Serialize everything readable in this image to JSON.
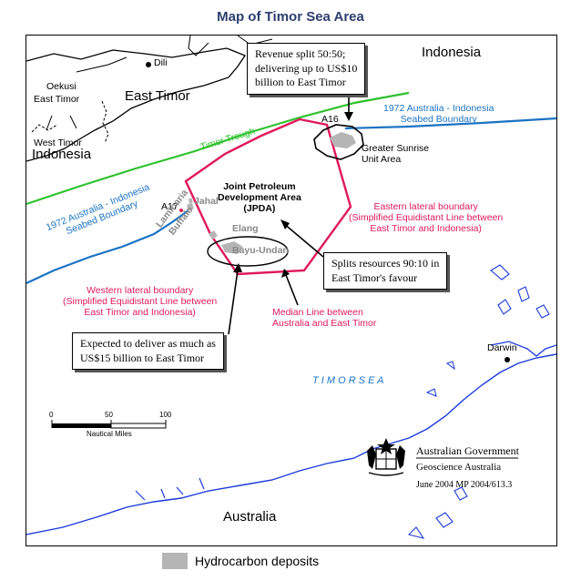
{
  "title": "Map of Timor Sea Area",
  "places": {
    "indonesia_top": "Indonesia",
    "dili": "Dili",
    "oekusi": "Oekusi",
    "east_timor_small": "East Timor",
    "east_timor": "East Timor",
    "west_timor": "West Timor",
    "indonesia_west": "Indonesia",
    "darwin": "Darwin",
    "australia": "Australia",
    "timor_sea": "T I M O R     S E A"
  },
  "features": {
    "timor_trough": "Timor      Trough",
    "a16": "A16",
    "a17": "A17",
    "boundary_1972_east": "1972 Australia - Indonesia\nSeabed Boundary",
    "boundary_1972_west": "1972 Australia - Indonesia\nSeabed Boundary",
    "greater_sunrise": "Greater Sunrise\nUnit Area",
    "jpda": "Joint Petroleum\nDevelopment Area\n(JPDA)",
    "jahal": "Jahal",
    "laminaria": "Laminaria",
    "buffalo": "Buffalo",
    "elang": "Elang",
    "bayu_undan": "Bayu-Undan",
    "eastern_lateral": "Eastern lateral boundary\n(Simplified Equidistant Line between\nEast Timor and Indonesia)",
    "western_lateral": "Western lateral boundary\n(Simplified Equidistant Line between\nEast Timor and Indonesia)",
    "median_line": "Median Line between\nAustralia and East Timor"
  },
  "callouts": {
    "revenue": "Revenue split 50:50;\ndelivering up to US$10\nbillion to East Timor",
    "splits": "Splits resources 90:10 in\nEast Timor's favour",
    "expected": "Expected to deliver as much as\nUS$15 billion to East Timor"
  },
  "scale": {
    "ticks": [
      "0",
      "50",
      "100"
    ],
    "unit": "Nautical Miles"
  },
  "credit": {
    "agency": "Australian Government",
    "org": "Geoscience Australia",
    "ref": "June 2004   MP 2004/613.3"
  },
  "legend": {
    "label": "Hydrocarbon deposits",
    "color": "#b5b5b5"
  },
  "colors": {
    "jpda_boundary": "#e0185a",
    "seabed_boundary": "#1a72c4",
    "timor_trough": "#2ec22e",
    "coastline": "#1a3adc"
  }
}
